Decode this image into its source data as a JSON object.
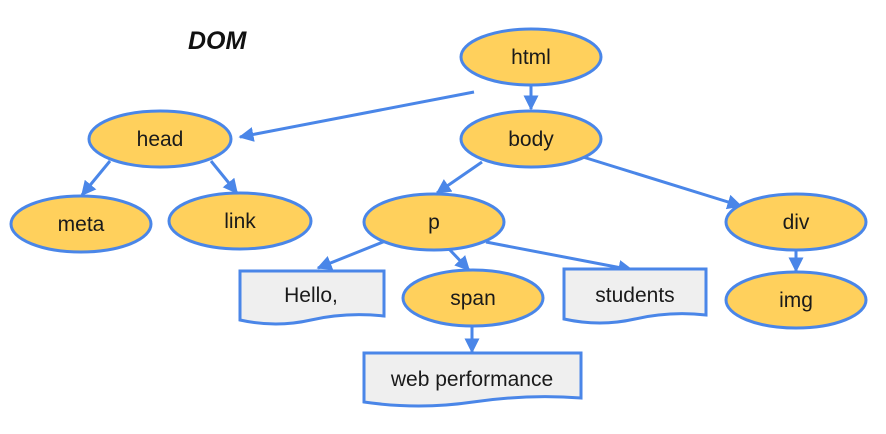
{
  "title": "DOM",
  "colors": {
    "node_fill": "#FFD05C",
    "node_stroke": "#4A86E8",
    "doc_fill": "#EFEFEF",
    "edge": "#4A86E8"
  },
  "nodes": {
    "html": {
      "label": "html",
      "shape": "element"
    },
    "head": {
      "label": "head",
      "shape": "element"
    },
    "body": {
      "label": "body",
      "shape": "element"
    },
    "meta": {
      "label": "meta",
      "shape": "element"
    },
    "link": {
      "label": "link",
      "shape": "element"
    },
    "p": {
      "label": "p",
      "shape": "element"
    },
    "div": {
      "label": "div",
      "shape": "element"
    },
    "hello": {
      "label": "Hello,",
      "shape": "text"
    },
    "span": {
      "label": "span",
      "shape": "element"
    },
    "students": {
      "label": "students",
      "shape": "text"
    },
    "img": {
      "label": "img",
      "shape": "element"
    },
    "web_performance": {
      "label": "web performance",
      "shape": "text"
    }
  },
  "edges": [
    {
      "from": "html",
      "to": "head"
    },
    {
      "from": "html",
      "to": "body"
    },
    {
      "from": "head",
      "to": "meta"
    },
    {
      "from": "head",
      "to": "link"
    },
    {
      "from": "body",
      "to": "p"
    },
    {
      "from": "body",
      "to": "div"
    },
    {
      "from": "p",
      "to": "hello"
    },
    {
      "from": "p",
      "to": "span"
    },
    {
      "from": "p",
      "to": "students"
    },
    {
      "from": "div",
      "to": "img"
    },
    {
      "from": "span",
      "to": "web_performance"
    }
  ]
}
